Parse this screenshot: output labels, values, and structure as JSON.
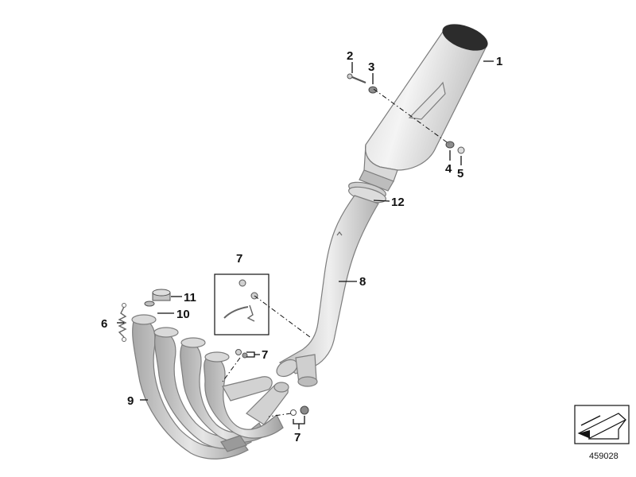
{
  "callouts": {
    "c1": "1",
    "c2": "2",
    "c3": "3",
    "c4": "4",
    "c5": "5",
    "c6": "6",
    "c7_box": "7",
    "c7_mid": "7",
    "c7_low": "7",
    "c8": "8",
    "c9": "9",
    "c10": "10",
    "c11": "11",
    "c12": "12"
  },
  "reference_number": "459028",
  "icons": {
    "reference_box": "arrow-corner-icon"
  },
  "colors": {
    "metal_light": "#ececec",
    "metal_mid": "#cfcfcf",
    "metal_dark": "#9a9a9a",
    "endcap": "#2c2c2c"
  }
}
